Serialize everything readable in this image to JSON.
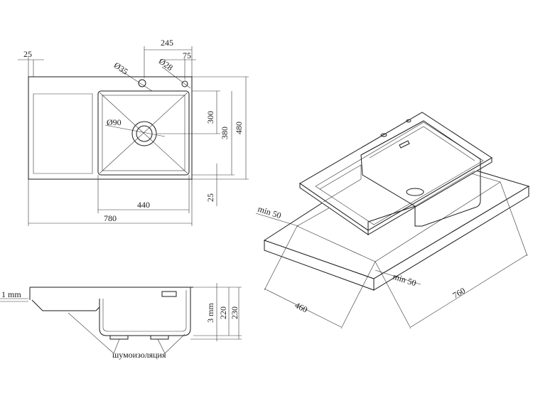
{
  "plan_view": {
    "dim_25_top": "25",
    "dim_245": "245",
    "dim_75": "75",
    "dim_d35": "Ø35",
    "dim_d28": "Ø28",
    "dim_d90": "Ø90",
    "dim_300": "300",
    "dim_380": "380",
    "dim_480": "480",
    "dim_25_side": "25",
    "dim_440": "440",
    "dim_780": "780"
  },
  "section_view": {
    "dim_1mm": "1 mm",
    "dim_3mm": "3 mm",
    "dim_220": "220",
    "dim_230": "230",
    "insulation_label": "шумоизоляция"
  },
  "iso_view": {
    "min50_left": "min 50",
    "min50_right": "min 50",
    "dim_460": "460",
    "dim_760": "760"
  }
}
